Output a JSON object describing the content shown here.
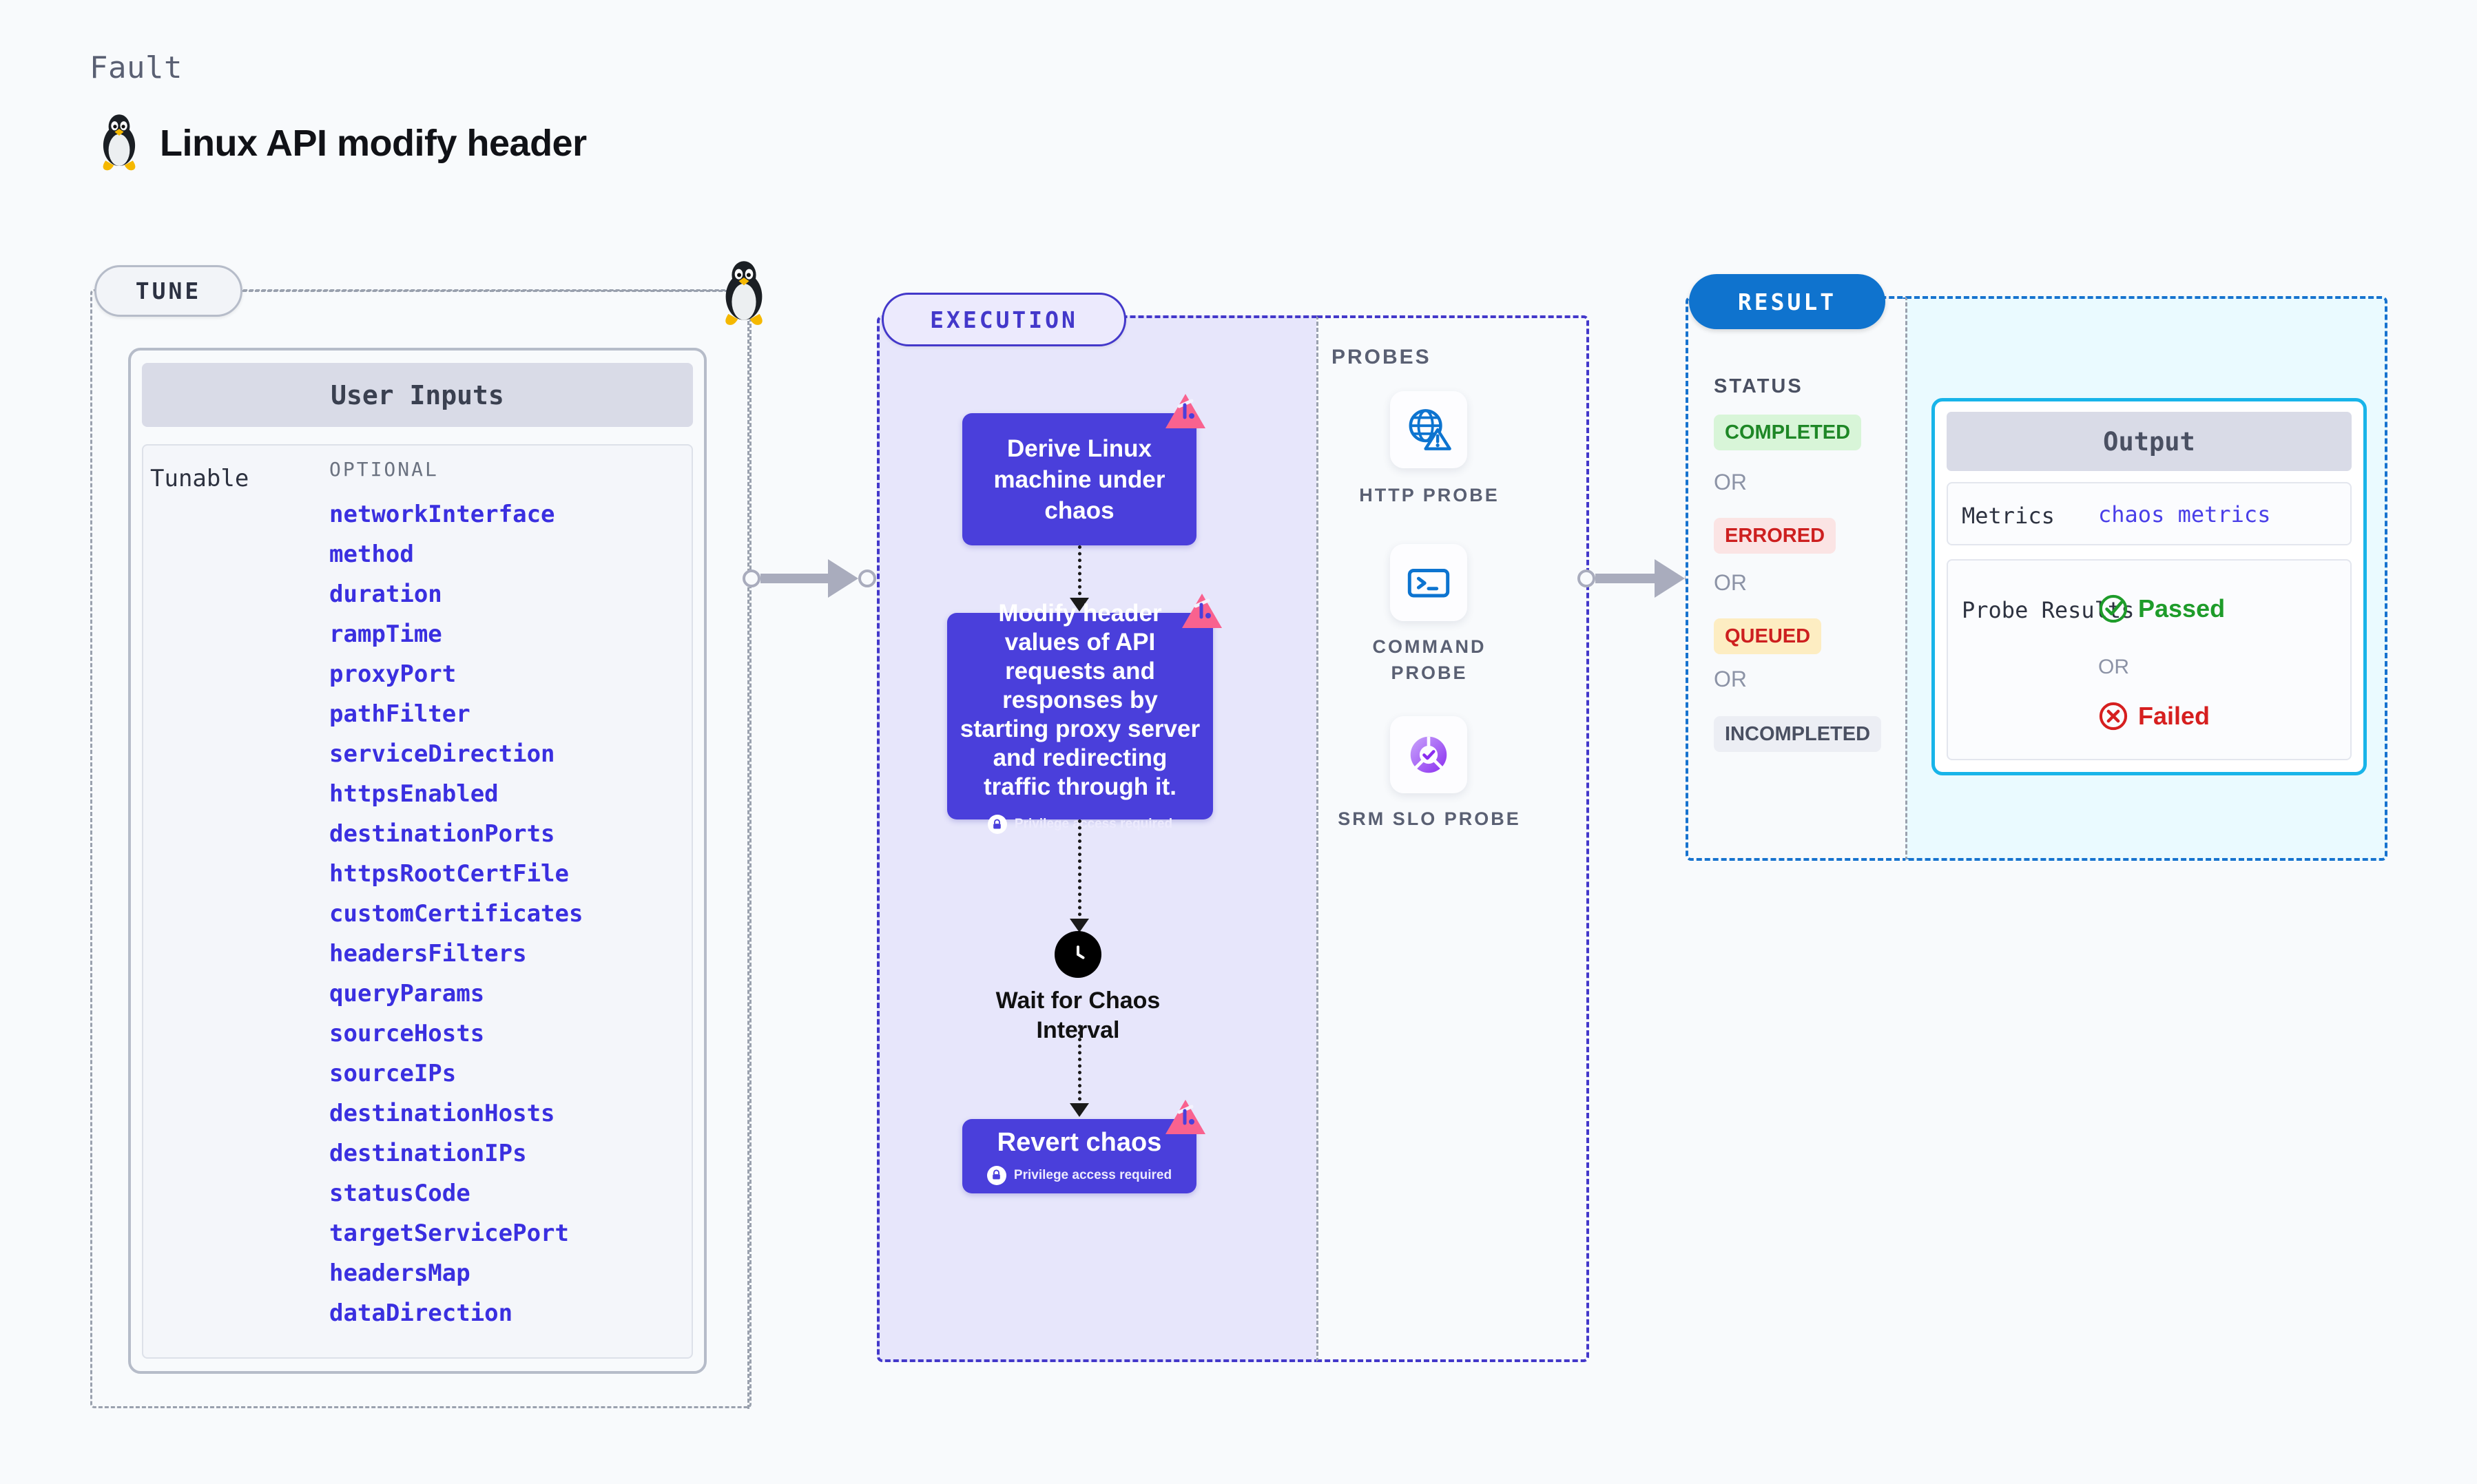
{
  "header": {
    "kicker": "Fault",
    "title": "Linux API modify header",
    "icon": "linux-penguin-icon"
  },
  "tune": {
    "chip_label": "TUNE",
    "card": {
      "header": "User Inputs",
      "row_label": "Tunable",
      "group_label": "OPTIONAL",
      "items": [
        "networkInterface",
        "method",
        "duration",
        "rampTime",
        "proxyPort",
        "pathFilter",
        "serviceDirection",
        "httpsEnabled",
        "destinationPorts",
        "httpsRootCertFile",
        "customCertificates",
        "headersFilters",
        "queryParams",
        "sourceHosts",
        "sourceIPs",
        "destinationHosts",
        "destinationIPs",
        "statusCode",
        "targetServicePort",
        "headersMap",
        "dataDirection"
      ]
    }
  },
  "execution": {
    "chip_label": "EXECUTION",
    "nodes": [
      {
        "label": "Derive Linux machine under chaos",
        "privilege": null
      },
      {
        "label": "Modify header values of API requests and responses by starting proxy server and redirecting traffic through it.",
        "privilege": "Privilege access required"
      },
      {
        "label": "Revert chaos",
        "privilege": "Privilege access required"
      }
    ],
    "wait_step": {
      "label": "Wait for Chaos Interval",
      "icon": "clock-icon"
    }
  },
  "probes": {
    "title": "PROBES",
    "items": [
      {
        "caption": "HTTP PROBE",
        "icon": "globe-warning-icon"
      },
      {
        "caption": "COMMAND PROBE",
        "icon": "terminal-icon"
      },
      {
        "caption": "SRM SLO PROBE",
        "icon": "slo-check-icon"
      }
    ]
  },
  "result": {
    "chip_label": "RESULT",
    "status_title": "STATUS",
    "or_label": "OR",
    "statuses": [
      {
        "label": "COMPLETED",
        "bg": "#d8f5d8",
        "fg": "#1e8726"
      },
      {
        "label": "ERRORED",
        "bg": "#fbe4e4",
        "fg": "#cd1f1f"
      },
      {
        "label": "QUEUED",
        "bg": "#fdedc2",
        "fg": "#cd1f1f"
      },
      {
        "label": "INCOMPLETED",
        "bg": "#eceef4",
        "fg": "#4a5062"
      }
    ]
  },
  "output": {
    "header": "Output",
    "metrics_key": "Metrics",
    "metrics_value": "chaos metrics",
    "probe_results_key": "Probe Results",
    "or_label": "OR",
    "passed_label": "Passed",
    "failed_label": "Failed"
  },
  "colors": {
    "page_bg": "#f8fafc",
    "node_purple": "#4a3fdb",
    "execution_bg": "#e7e6fb",
    "result_blue": "#0f73ce",
    "output_border": "#18b4e9",
    "output_bg": "#eafaff",
    "tunable_link": "#3a2fe0",
    "litmus_pink": "#f9628f"
  }
}
